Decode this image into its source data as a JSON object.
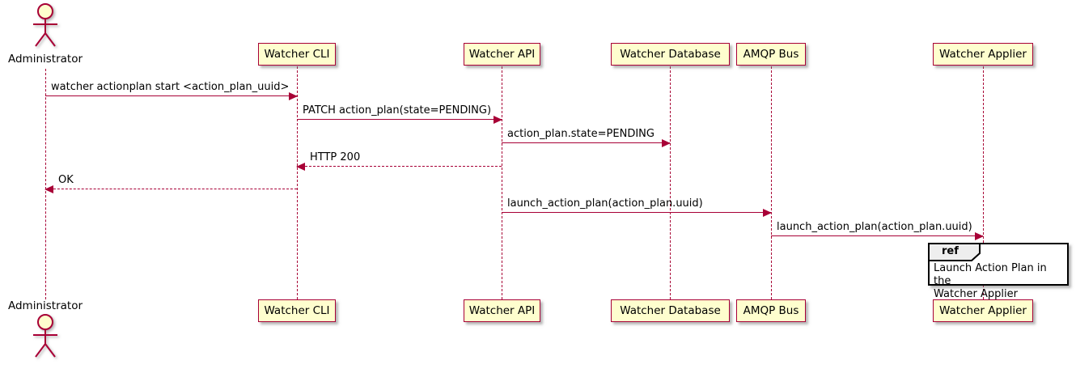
{
  "diagram": {
    "type": "plantuml-sequence",
    "actor": {
      "name": "Administrator"
    },
    "participants": [
      {
        "label": "Watcher CLI"
      },
      {
        "label": "Watcher API"
      },
      {
        "label": "Watcher Database"
      },
      {
        "label": "AMQP Bus"
      },
      {
        "label": "Watcher Applier"
      }
    ],
    "messages": [
      {
        "from": "Administrator",
        "to": "Watcher CLI",
        "label": "watcher actionplan start <action_plan_uuid>",
        "style": "solid"
      },
      {
        "from": "Watcher CLI",
        "to": "Watcher API",
        "label": "PATCH action_plan(state=PENDING)",
        "style": "solid"
      },
      {
        "from": "Watcher API",
        "to": "Watcher Database",
        "label": "action_plan.state=PENDING",
        "style": "solid"
      },
      {
        "from": "Watcher API",
        "to": "Watcher CLI",
        "label": "HTTP 200",
        "style": "dashed"
      },
      {
        "from": "Watcher CLI",
        "to": "Administrator",
        "label": "OK",
        "style": "dashed"
      },
      {
        "from": "Watcher API",
        "to": "AMQP Bus",
        "label": "launch_action_plan(action_plan.uuid)",
        "style": "solid"
      },
      {
        "from": "AMQP Bus",
        "to": "Watcher Applier",
        "label": "launch_action_plan(action_plan.uuid)",
        "style": "solid"
      }
    ],
    "ref": {
      "keyword": "ref",
      "over": "Watcher Applier",
      "line1": "Launch Action Plan in the",
      "line2": "Watcher Applier"
    },
    "colors": {
      "participant_fill": "#FEFECE",
      "participant_border": "#A80036",
      "line": "#A80036",
      "text": "#000000",
      "ref_tab_fill": "#EEEEEE",
      "ref_border": "#000000",
      "background": "#FFFFFF"
    }
  }
}
